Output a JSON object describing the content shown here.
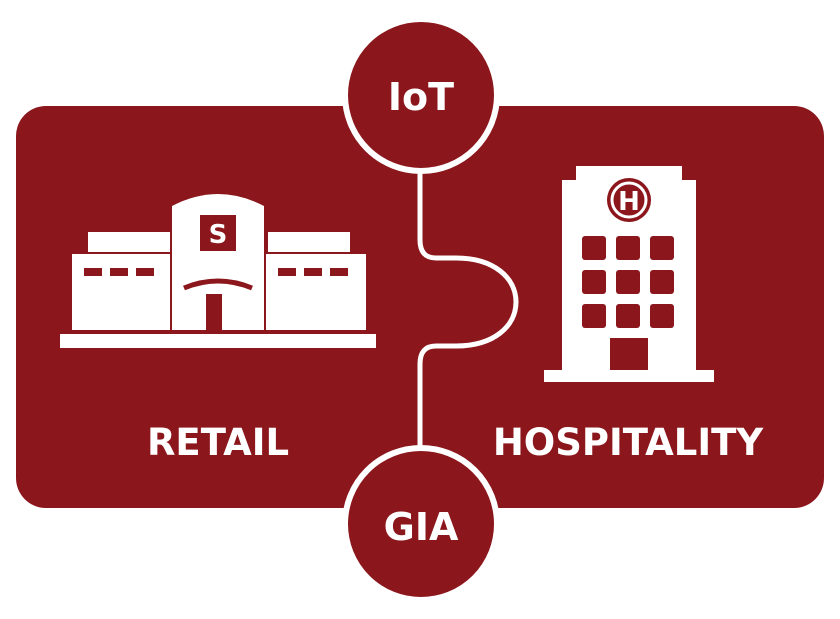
{
  "colors": {
    "primary": "#8b161b",
    "foreground": "#ffffff"
  },
  "labels": {
    "left": "RETAIL",
    "right": "HOSPITALITY",
    "top": "IoT",
    "bottom": "GIA"
  },
  "store_sign": "S",
  "hotel_sign": "H"
}
